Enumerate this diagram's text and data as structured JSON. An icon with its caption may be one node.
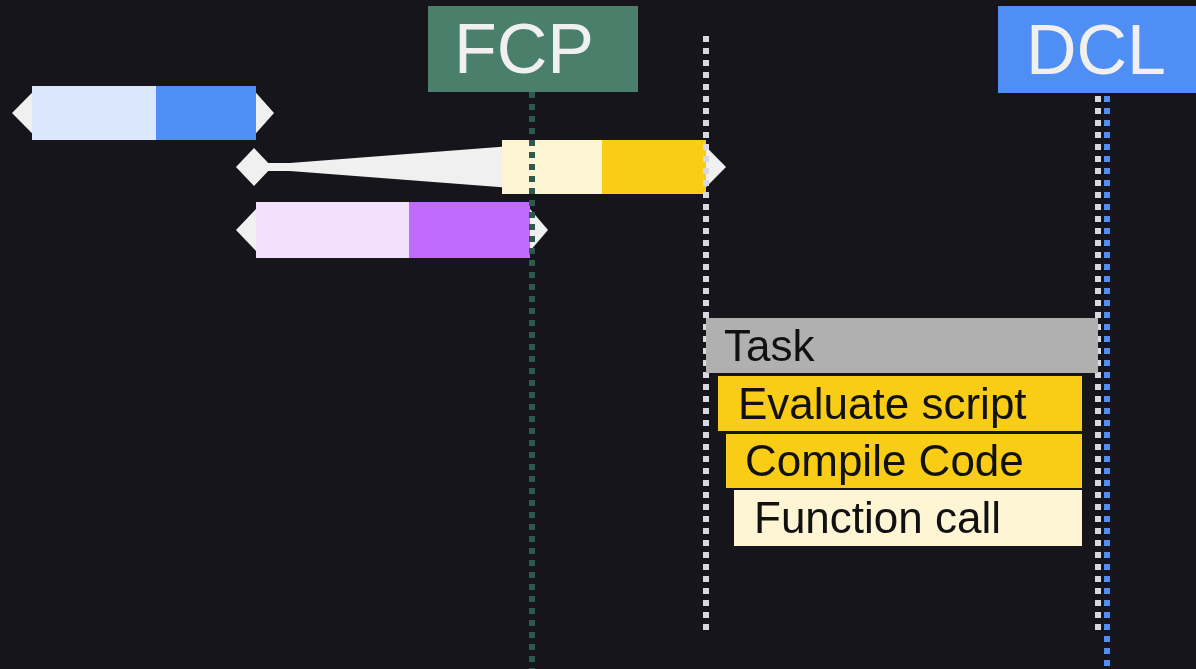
{
  "diagram": {
    "nodes": [
      {
        "text": [
          "FCP"
        ]
      },
      {
        "text": [
          "DCL"
        ]
      },
      {
        "text": [],
        "shape": "bar"
      },
      {
        "text": [],
        "shape": "bar"
      },
      {
        "text": [],
        "shape": "bar"
      },
      {
        "text": [
          "Task"
        ]
      },
      {
        "text": [
          "Evaluate script"
        ]
      },
      {
        "text": [
          "Compile Code"
        ]
      },
      {
        "text": [
          "Function call"
        ]
      }
    ]
  }
}
